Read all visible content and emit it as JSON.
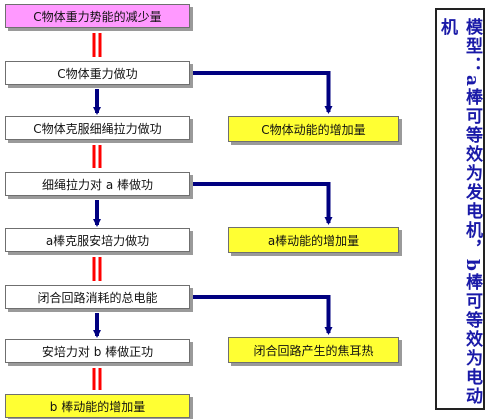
{
  "chain": [
    {
      "id": "c_pe_decrease",
      "text": "C物体重力势能的减少量",
      "color": "#ff99ff"
    },
    {
      "id": "c_gravity_work",
      "text": "C物体重力做功",
      "color": "#ffffff"
    },
    {
      "id": "c_tension_work",
      "text": "C物体克服细绳拉力做功",
      "color": "#ffffff"
    },
    {
      "id": "tension_work_a",
      "text": "细绳拉力对 a 棒做功",
      "color": "#ffffff"
    },
    {
      "id": "a_ampere_work",
      "text": "a棒克服安培力做功",
      "color": "#ffffff"
    },
    {
      "id": "total_electric",
      "text": "闭合回路消耗的总电能",
      "color": "#ffffff"
    },
    {
      "id": "ampere_work_b",
      "text": "安培力对 b 棒做正功",
      "color": "#ffffff"
    },
    {
      "id": "b_ke_increase",
      "text": "b 棒动能的增加量",
      "color": "#ffff33"
    }
  ],
  "branches": [
    {
      "id": "c_ke_increase",
      "text": "C物体动能的增加量",
      "color": "#ffff33"
    },
    {
      "id": "a_ke_increase",
      "text": "a棒动能的增加量",
      "color": "#ffff33"
    },
    {
      "id": "joule_heat",
      "text": "闭合回路产生的焦耳热",
      "color": "#ffff33"
    }
  ],
  "side_label": "模型：a棒可等效为发电机，b棒可等效为电动机",
  "colors": {
    "equal_sign": "#ff0000",
    "arrow": "#000080"
  }
}
